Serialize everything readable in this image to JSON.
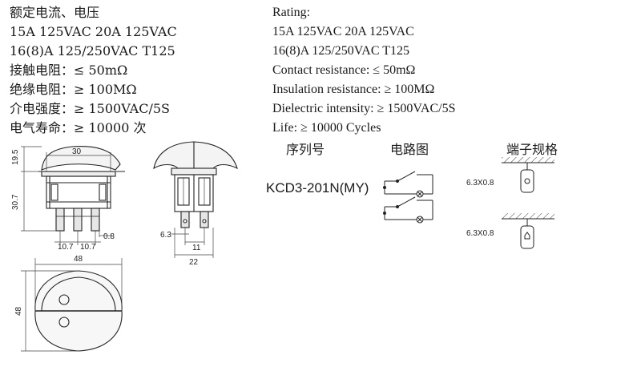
{
  "specs_cn": [
    "额定电流、电压",
    "15A 125VAC  20A 125VAC",
    "16(8)A 125/250VAC T125",
    "接触电阻：≤ 50mΩ",
    "绝缘电阻：≥ 100MΩ",
    "介电强度：≥ 1500VAC/5S",
    "电气寿命：≥ 10000 次"
  ],
  "specs_en": [
    "Rating:",
    "15A 125VAC  20A 125VAC",
    "16(8)A 125/250VAC T125",
    "Contact resistance: ≤ 50mΩ",
    "Insulation resistance: ≥ 100MΩ",
    "Dielectric intensity: ≥ 1500VAC/5S",
    "Life: ≥ 10000 Cycles"
  ],
  "table_headers": {
    "serial": "序列号",
    "circuit": "电路图",
    "terminal": "端子规格"
  },
  "model": "KCD3-201N(MY)",
  "terminal_specs": [
    "6.3X0.8",
    "6.3X0.8"
  ],
  "dimensions": {
    "side": {
      "top_height": "19.5",
      "width": "30",
      "body_height": "30.7",
      "pitch_a": "10.7",
      "pitch_b": "10.7",
      "thickness": "0.8"
    },
    "front": {
      "pin_width": "6.3",
      "pin_spacing": "11",
      "width": "22"
    },
    "top": {
      "width": "48",
      "height": "48"
    }
  }
}
